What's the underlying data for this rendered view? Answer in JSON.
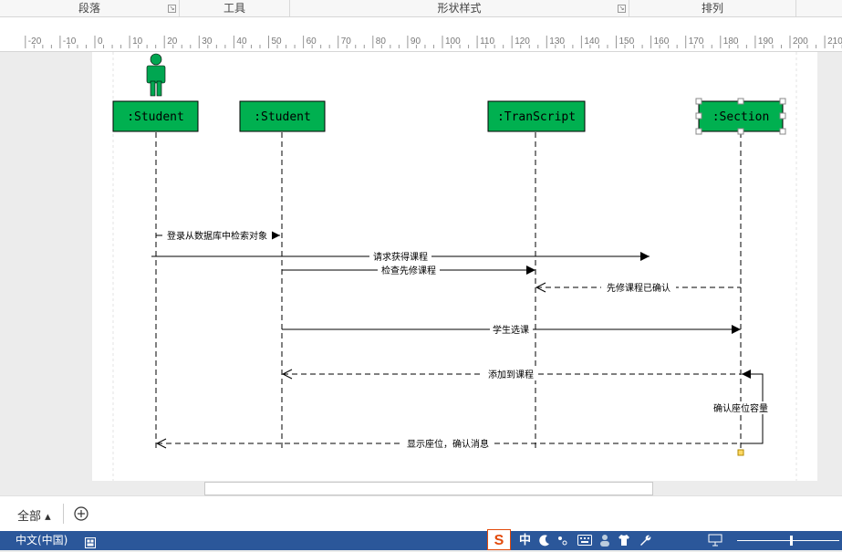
{
  "ribbon": {
    "groups": [
      "段落",
      "工具",
      "形状样式",
      "排列"
    ]
  },
  "ruler": {
    "ticks": [
      "-20",
      "-10",
      "0",
      "10",
      "20",
      "30",
      "40",
      "50",
      "60",
      "70",
      "80",
      "90",
      "100",
      "110",
      "120",
      "130",
      "140",
      "150",
      "160",
      "170",
      "180",
      "190",
      "200",
      "210"
    ]
  },
  "diagram": {
    "lifelines": [
      ":Student",
      ":Student",
      ":TranScript",
      ":Section"
    ],
    "messages": [
      {
        "label": "登录从数据库中检索对象",
        "style": "solid"
      },
      {
        "label": "请求获得课程",
        "style": "solid"
      },
      {
        "label": "检查先修课程",
        "style": "solid"
      },
      {
        "label": "先修课程已确认",
        "style": "dashed"
      },
      {
        "label": "学生选课",
        "style": "solid"
      },
      {
        "label": "添加到课程",
        "style": "dashed"
      },
      {
        "label": "确认座位容量",
        "style": "solid"
      },
      {
        "label": "显示座位，确认消息",
        "style": "dashed"
      }
    ],
    "colors": {
      "lifeline_fill": "#00b050",
      "actor": "#00a651"
    }
  },
  "tabs": {
    "all_label": "全部 ▴",
    "add_icon": "plus-circle-icon"
  },
  "status": {
    "language": "中文(中国)",
    "ime_mode": "中",
    "colors": {
      "bar": "#2b579a"
    }
  }
}
